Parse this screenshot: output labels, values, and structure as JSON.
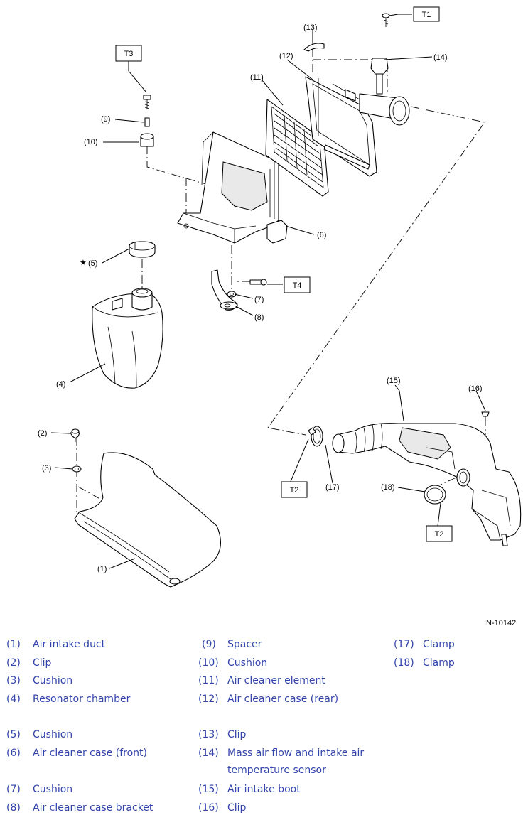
{
  "diagram": {
    "figure_id": "IN-10142",
    "torque_labels": [
      "T1",
      "T2",
      "T3",
      "T4"
    ],
    "star_symbol": "★",
    "callouts": {
      "c1": "(1)",
      "c2": "(2)",
      "c3": "(3)",
      "c4": "(4)",
      "c5": "(5)",
      "c6": "(6)",
      "c7": "(7)",
      "c8": "(8)",
      "c9": "(9)",
      "c10": "(10)",
      "c11": "(11)",
      "c12": "(12)",
      "c13": "(13)",
      "c14": "(14)",
      "c15": "(15)",
      "c16": "(16)",
      "c17": "(17)",
      "c18": "(18)"
    }
  },
  "legend": [
    {
      "num": "(1)",
      "label": "Air intake duct"
    },
    {
      "num": "(2)",
      "label": "Clip"
    },
    {
      "num": "(3)",
      "label": "Cushion"
    },
    {
      "num": "(4)",
      "label": "Resonator chamber"
    },
    {
      "num": "(5)",
      "label": "Cushion"
    },
    {
      "num": "(6)",
      "label": "Air cleaner case (front)"
    },
    {
      "num": "(7)",
      "label": "Cushion"
    },
    {
      "num": "(8)",
      "label": "Air cleaner case bracket"
    },
    {
      "num": "(9)",
      "label": "Spacer"
    },
    {
      "num": "(10)",
      "label": "Cushion"
    },
    {
      "num": "(11)",
      "label": "Air cleaner element"
    },
    {
      "num": "(12)",
      "label": "Air cleaner case (rear)"
    },
    {
      "num": "(13)",
      "label": "Clip"
    },
    {
      "num": "(14)",
      "label": "Mass air flow and intake air",
      "label2": "temperature sensor"
    },
    {
      "num": "(15)",
      "label": "Air intake boot"
    },
    {
      "num": "(16)",
      "label": "Clip"
    },
    {
      "num": "(17)",
      "label": "Clamp"
    },
    {
      "num": "(18)",
      "label": "Clamp"
    }
  ],
  "colors": {
    "legend_text": "#3344aa",
    "line_art": "#000000"
  }
}
